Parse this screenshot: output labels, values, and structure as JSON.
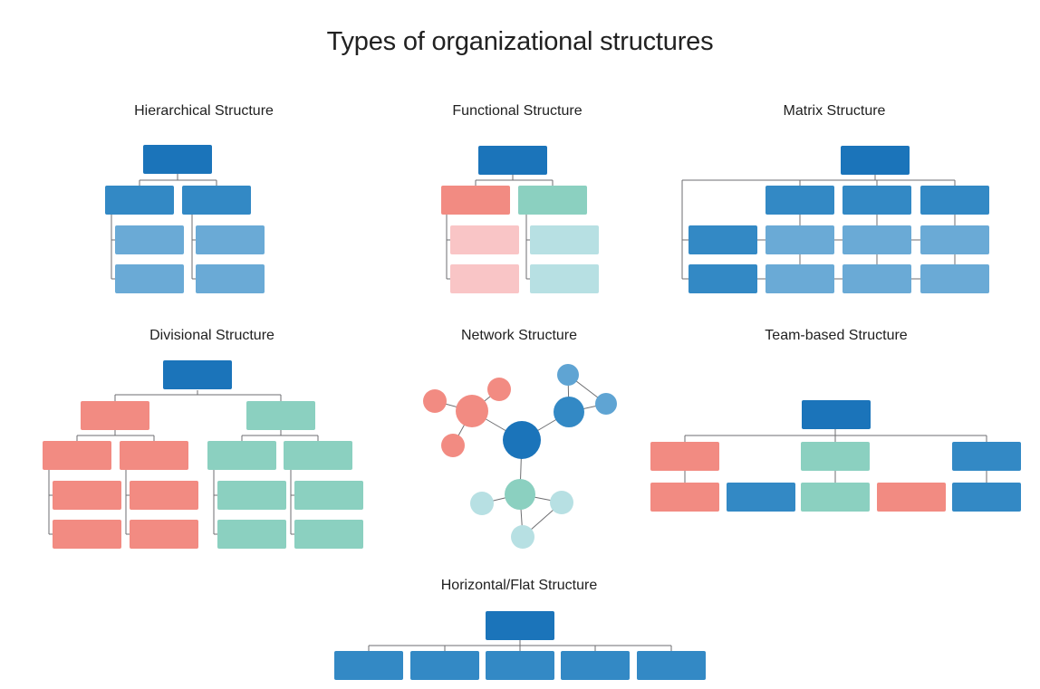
{
  "page": {
    "title": "Types of organizational structures",
    "background": "#ffffff"
  },
  "palette": {
    "page_bg": "#ffffff",
    "dark_blue": "#1b74ba",
    "medium_blue": "#3389c5",
    "light_blue": "#6aaad6",
    "pale_blue": "#5fa4d3",
    "salmon": "#f28b82",
    "light_pink": "#f9c5c6",
    "teal": "#8bd0c0",
    "light_teal": "#b7e0e3",
    "connector_gray": "#6d6e71",
    "text_color": "#212121"
  },
  "diagrams": {
    "hierarchical": {
      "title": "Hierarchical Structure",
      "type": "tree",
      "box_count": 7
    },
    "functional": {
      "title": "Functional Structure",
      "type": "tree",
      "box_count": 7
    },
    "matrix": {
      "title": "Matrix Structure",
      "type": "grid",
      "box_count": 12
    },
    "divisional": {
      "title": "Divisional Structure",
      "type": "tree",
      "box_count": 15
    },
    "network": {
      "title": "Network Structure",
      "type": "network",
      "node_count": 12
    },
    "team_based": {
      "title": "Team-based Structure",
      "type": "tree",
      "box_count": 9
    },
    "horizontal_flat": {
      "title": "Horizontal/Flat Structure",
      "type": "tree",
      "box_count": 6
    }
  }
}
